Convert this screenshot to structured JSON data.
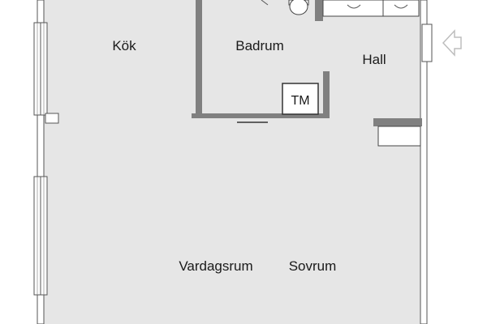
{
  "plan": {
    "rooms": {
      "kok": "Kök",
      "badrum": "Badrum",
      "hall": "Hall",
      "vardagsrum": "Vardagsrum",
      "sovrum": "Sovrum"
    },
    "fixtures": {
      "tm": "TM"
    },
    "colors": {
      "floor": "#e6e6e6",
      "wall": "#808080",
      "line": "#333333",
      "arrow": "#bdbdbd"
    },
    "icons": {
      "entrance": "entrance-arrow-icon"
    }
  }
}
